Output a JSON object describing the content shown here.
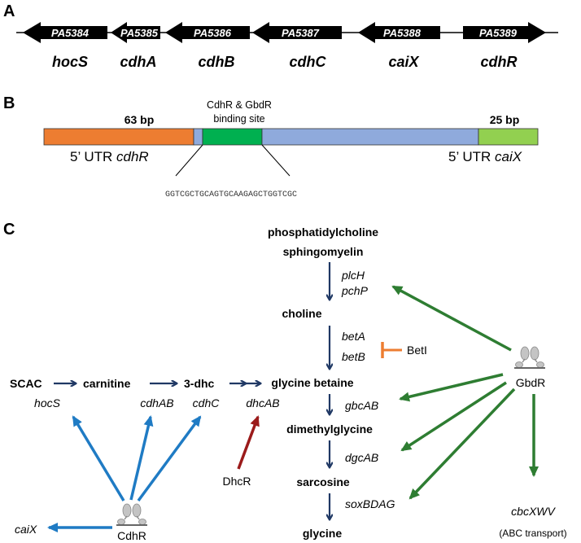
{
  "panels": {
    "a": "A",
    "b": "B",
    "c": "C"
  },
  "operon": {
    "genes": [
      {
        "tag": "PA5384",
        "name": "hocS",
        "direction": "left"
      },
      {
        "tag": "PA5385",
        "name": "cdhA",
        "direction": "left"
      },
      {
        "tag": "PA5386",
        "name": "cdhB",
        "direction": "left"
      },
      {
        "tag": "PA5387",
        "name": "cdhC",
        "direction": "left"
      },
      {
        "tag": "PA5388",
        "name": "caiX",
        "direction": "left"
      },
      {
        "tag": "PA5389",
        "name": "cdhR",
        "direction": "right"
      }
    ]
  },
  "intergenic": {
    "left_bp": "63 bp",
    "right_bp": "25 bp",
    "binding_line1": "CdhR & GbdR",
    "binding_line2": "binding site",
    "utr_left_prefix": "5’ UTR ",
    "utr_left_gene": "cdhR",
    "utr_right_prefix": "5’ UTR ",
    "utr_right_gene": "caiX",
    "sequence": "GGTCGCTGCAGTGCAAGAGCTGGTCGC",
    "colors": {
      "left": "#ED7D31",
      "binding": "#00B050",
      "middle": "#8FAADC",
      "right": "#92D050"
    }
  },
  "pathway": {
    "main": {
      "pc": "phosphatidylcholine",
      "sm": "sphingomyelin",
      "choline": "choline",
      "gb": "glycine betaine",
      "dmg": "dimethylglycine",
      "sarcosine": "sarcosine",
      "glycine": "glycine"
    },
    "enzymes": {
      "plcH": "plcH",
      "pchP": "pchP",
      "betA": "betA",
      "betB": "betB",
      "gbcAB": "gbcAB",
      "dgcAB": "dgcAB",
      "soxBDAG": "soxBDAG"
    },
    "carnitine_branch": {
      "scac": "SCAC",
      "carnitine": "carnitine",
      "dhc": "3-dhc",
      "hocS": "hocS",
      "cdhAB": "cdhAB",
      "cdhC": "cdhC",
      "dhcAB": "dhcAB"
    },
    "regulators": {
      "betI": "BetI",
      "gbdR": "GbdR",
      "cdhR": "CdhR",
      "dhcR": "DhcR",
      "caiX": "caiX",
      "cbcXWV": "cbcXWV",
      "abc": "(ABC transport)"
    },
    "colors": {
      "navy": "#1F3864",
      "green": "#2E7D32",
      "blue": "#1F7BC4",
      "red": "#9B1B1B",
      "orange": "#ED7D31"
    }
  }
}
